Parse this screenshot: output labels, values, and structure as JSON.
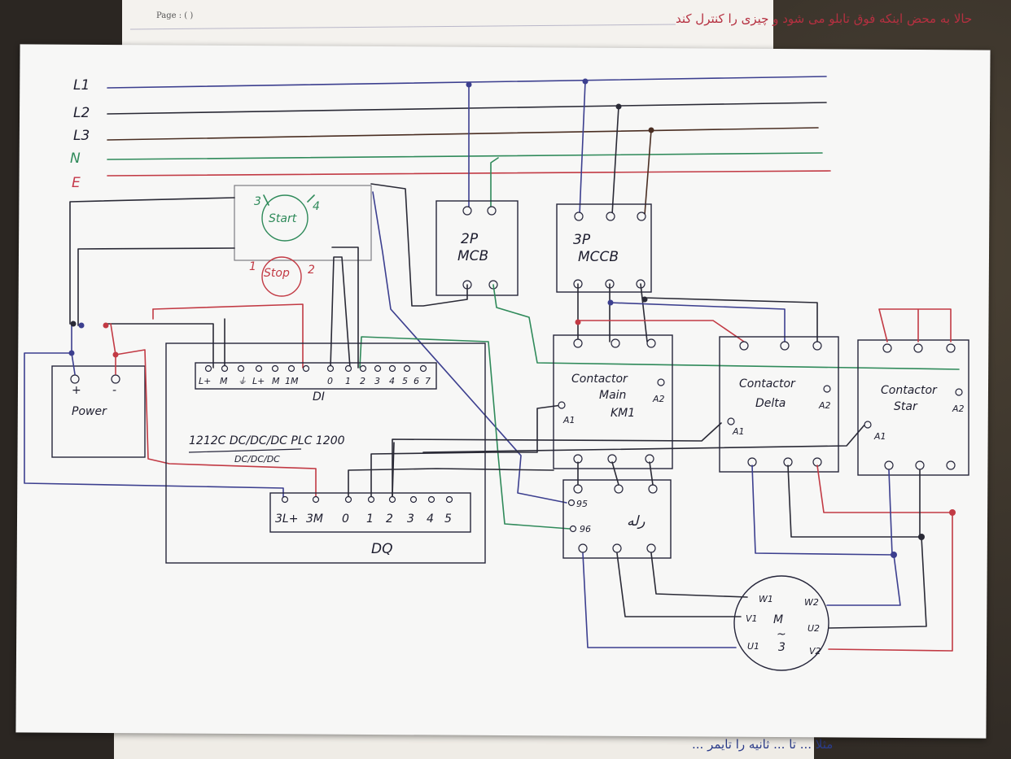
{
  "notebook": {
    "page_label": "Page : (     )",
    "top_note": "حالا به محض اینکه فوق تابلو می شود و چیزی را کنترل کند",
    "bottom_note": "مثلا ... تا ... ثانیه را تایمر ..."
  },
  "lines": {
    "l1": "L1",
    "l2": "L2",
    "l3": "L3",
    "n": "N",
    "e": "E"
  },
  "buttons": {
    "start": "Start",
    "start_left": "3",
    "start_right": "4",
    "stop": "Stop",
    "stop_left": "1",
    "stop_right": "2"
  },
  "mcb": {
    "poles": "2P",
    "name": "MCB"
  },
  "mccb": {
    "poles": "3P",
    "name": "MCCB"
  },
  "power": {
    "label": "Power",
    "plus": "+",
    "minus": "-"
  },
  "plc": {
    "di_terminals": [
      "L+",
      "M",
      "⏚",
      "L+",
      "M",
      "1M",
      "0",
      "1",
      "2",
      "3",
      "4",
      "5",
      "6",
      "7"
    ],
    "di_label": "DI",
    "model_line1": "1212C DC/DC/DC PLC 1200",
    "model_line2": "DC/DC/DC",
    "dq_terminals": [
      "3L+",
      "3M",
      "0",
      "1",
      "2",
      "3",
      "4",
      "5"
    ],
    "dq_label": "DQ"
  },
  "contactor_main": {
    "line1": "Contactor",
    "line2": "Main",
    "line3": "KM1",
    "a1": "A1",
    "a2": "A2"
  },
  "contactor_delta": {
    "line1": "Contactor",
    "line2": "Delta",
    "a1": "A1",
    "a2": "A2"
  },
  "contactor_star": {
    "line1": "Contactor",
    "line2": "Star",
    "a1": "A1",
    "a2": "A2"
  },
  "relay": {
    "label": "رله",
    "t95": "95",
    "t96": "96"
  },
  "motor": {
    "w1": "W1",
    "w2": "W2",
    "v1": "V1",
    "u2": "U2",
    "u1": "U1",
    "v2": "V2",
    "phase": "3",
    "m": "M",
    "tilde": "~"
  },
  "colors": {
    "l1": "#3c3f8f",
    "l2": "#3a3a4a",
    "l3": "#4a2e22",
    "neutral": "#2f8a5a",
    "earth": "#c4374a",
    "ink": "#1e1e30",
    "red_wire": "#c23a44",
    "green_wire": "#2f8a5a",
    "blue_wire": "#3c3f8f"
  }
}
